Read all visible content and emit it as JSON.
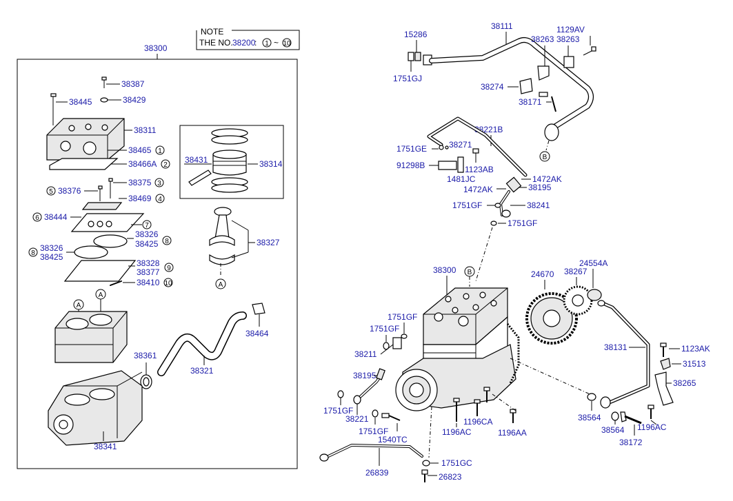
{
  "note": {
    "title": "NOTE",
    "prefix": "THE NO.",
    "part": "38200",
    "sep": " : ",
    "from": "1",
    "tilde": "~",
    "to": "10"
  },
  "left_box_label": "38300",
  "labels": {
    "l38387": "38387",
    "l38429": "38429",
    "l38445": "38445",
    "l38311": "38311",
    "l38465": "38465",
    "l38466a": "38466A",
    "l38376": "38376",
    "l38375": "38375",
    "l38469": "38469",
    "l38444": "38444",
    "l38326a": "38326",
    "l38425a": "38425",
    "l38326b": "38326",
    "l38425b": "38425",
    "l38328": "38328",
    "l38377": "38377",
    "l38410": "38410",
    "l38431": "38431",
    "l38314": "38314",
    "l38327": "38327",
    "l38464": "38464",
    "l38361": "38361",
    "l38321": "38321",
    "l38341": "38341",
    "r15286": "15286",
    "r38111": "38111",
    "r1129av": "1129AV",
    "r38263": "38263",
    "r1751gj": "1751GJ",
    "r38274": "38274",
    "r38171": "38171",
    "r38221b": "38221B",
    "r1751ge": "1751GE",
    "r38271": "38271",
    "r91298b": "91298B",
    "r1123ab": "1123AB",
    "r1481jc": "1481JC",
    "r1472ak1": "1472AK",
    "r1472ak2": "1472AK",
    "r38195a": "38195",
    "r1751gf1": "1751GF",
    "r38241": "38241",
    "r1751gf2": "1751GF",
    "r38300": "38300",
    "r24670": "24670",
    "r24554a": "24554A",
    "r38267": "38267",
    "r1751gf3": "1751GF",
    "r1751gf4": "1751GF",
    "r38211": "38211",
    "r38195b": "38195",
    "r38131": "38131",
    "r1123ak": "1123AK",
    "r31513": "31513",
    "r38265": "38265",
    "r1751gf5": "1751GF",
    "r38221": "38221",
    "r1751gf6": "1751GF",
    "r1540tc": "1540TC",
    "r1196ac1": "1196AC",
    "r1196ca": "1196CA",
    "r1196aa": "1196AA",
    "r38564a": "38564",
    "r38564b": "38564",
    "r38172": "38172",
    "r1196ac2": "1196AC",
    "r26839": "26839",
    "r1751gc": "1751GC",
    "r26823": "26823"
  },
  "callouts": {
    "c1": "1",
    "c2": "2",
    "c3": "3",
    "c4": "4",
    "c5": "5",
    "c6": "6",
    "c7": "7",
    "c8a": "8",
    "c8b": "8",
    "c9": "9",
    "c10": "10",
    "refA1": "A",
    "refA2": "A",
    "refA3": "A",
    "refB1": "B",
    "refB2": "B"
  }
}
